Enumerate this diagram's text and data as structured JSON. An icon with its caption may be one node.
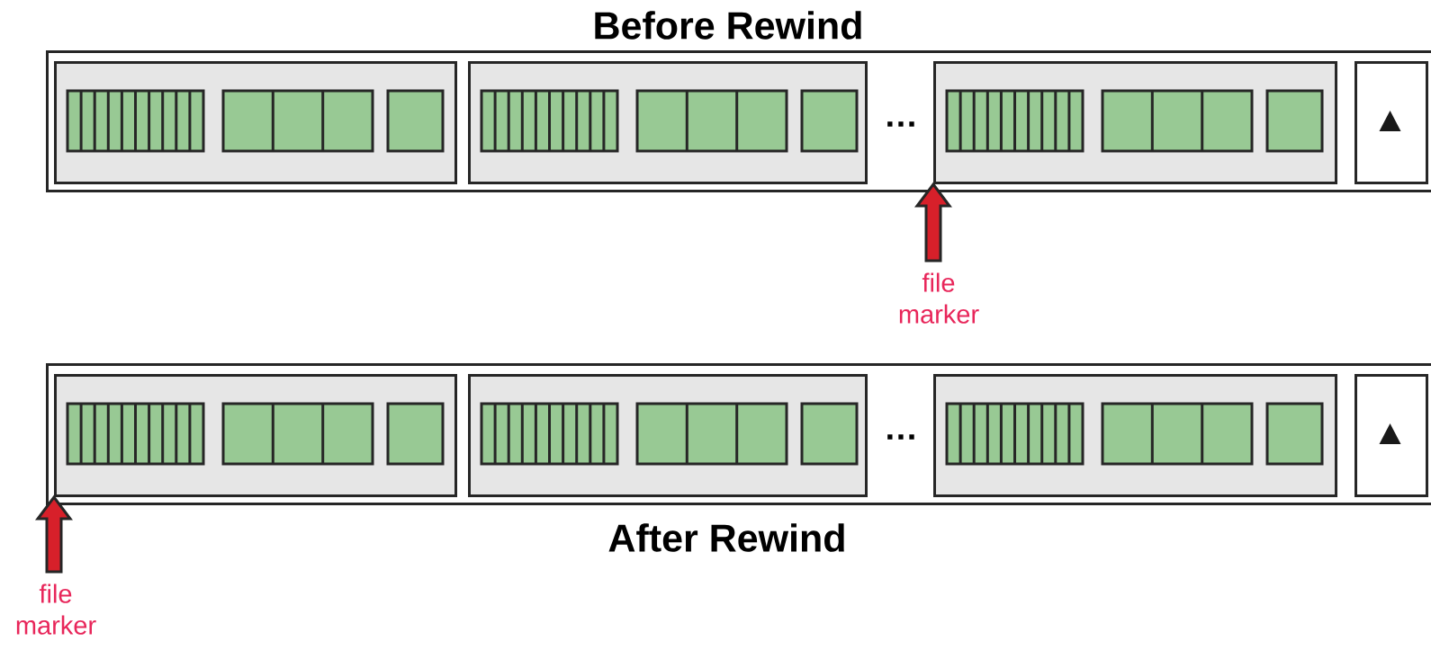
{
  "diagram": {
    "nodes": [
      {
        "text": [],
        "shape": "box"
      },
      {
        "text": [],
        "shape": "box",
        "in": 0
      },
      {
        "text": [],
        "shape": "box",
        "in": 0
      },
      {
        "text": [],
        "shape": "box",
        "in": 0
      },
      {
        "text": [],
        "shape": "box",
        "in": 0
      },
      {
        "text": [
          "file marker"
        ]
      },
      {
        "text": [],
        "shape": "box"
      },
      {
        "text": [],
        "shape": "box",
        "in": 6
      },
      {
        "text": [],
        "shape": "box",
        "in": 6
      },
      {
        "text": [],
        "shape": "box",
        "in": 6
      },
      {
        "text": [],
        "shape": "box",
        "in": 6
      },
      {
        "text": [
          "file marker"
        ]
      }
    ],
    "edges": [
      {
        "from": 5,
        "to": 3,
        "arrow": "to"
      },
      {
        "from": 11,
        "to": 7,
        "arrow": "to"
      }
    ],
    "labels": [
      "Before Rewind",
      "…",
      "…",
      "After Rewind"
    ]
  }
}
